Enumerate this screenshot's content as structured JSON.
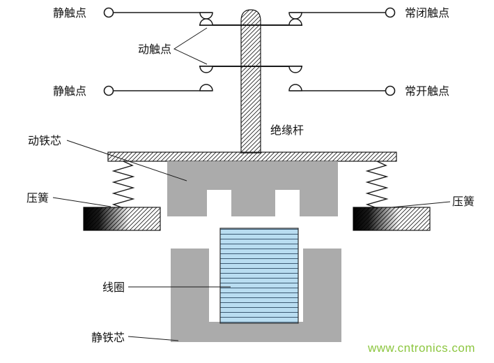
{
  "diagram": {
    "labels": {
      "static_contact_top": "静触点",
      "nc_contact": "常闭触点",
      "moving_contact": "动触点",
      "static_contact_bottom": "静触点",
      "no_contact": "常开触点",
      "insulating_rod": "绝缘杆",
      "moving_iron_core": "动铁芯",
      "spring_left": "压簧",
      "spring_right": "压簧",
      "coil": "线圈",
      "static_iron_core": "静铁芯"
    },
    "watermark": "www.cntronics.com",
    "colors": {
      "iron_core_gray": "#ababab",
      "coil_fill_blue": "#b9ddf1",
      "outline_black": "#1a1a1a",
      "watermark_green": "#8cc63f"
    }
  }
}
